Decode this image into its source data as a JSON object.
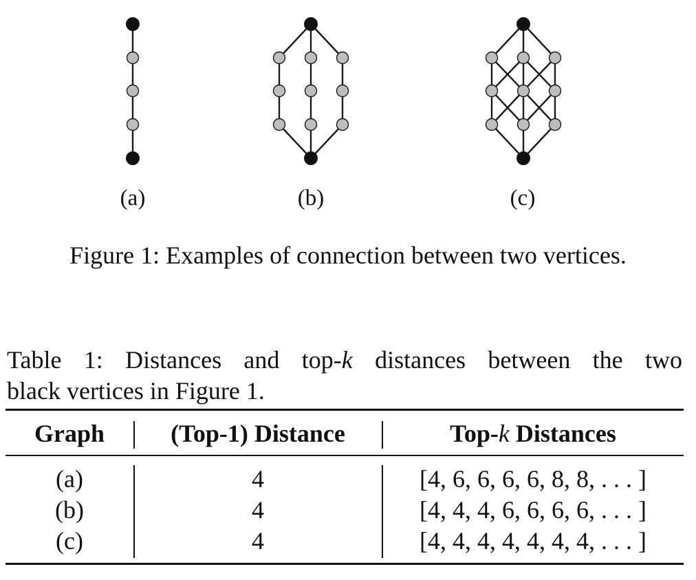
{
  "figure": {
    "subfigures": [
      {
        "id": "a",
        "label": "(a)"
      },
      {
        "id": "b",
        "label": "(b)"
      },
      {
        "id": "c",
        "label": "(c)"
      }
    ],
    "caption": "Figure 1: Examples of connection between two vertices.",
    "colors": {
      "endpoint_vertex": "#111111",
      "inner_vertex": "#bdbdbd",
      "edge": "#1a1a1a"
    }
  },
  "table": {
    "caption_line1_prefix": "Table 1: Distances and top-",
    "caption_k": "k",
    "caption_line1_suffix": "distances between the two",
    "caption_line2": "black vertices in Figure 1.",
    "headers": {
      "graph": "Graph",
      "distance": "(Top-1) Distance",
      "topk_prefix": "Top-",
      "topk_k": "k",
      "topk_suffix": " Distances"
    },
    "rows": [
      {
        "graph": "(a)",
        "distance": "4",
        "topk": "[4, 6, 6, 6, 6, 8, 8, . . . ]"
      },
      {
        "graph": "(b)",
        "distance": "4",
        "topk": "[4, 4, 4, 6, 6, 6, 6, . . . ]"
      },
      {
        "graph": "(c)",
        "distance": "4",
        "topk": "[4, 4, 4, 4, 4, 4, 4, . . . ]"
      }
    ]
  }
}
